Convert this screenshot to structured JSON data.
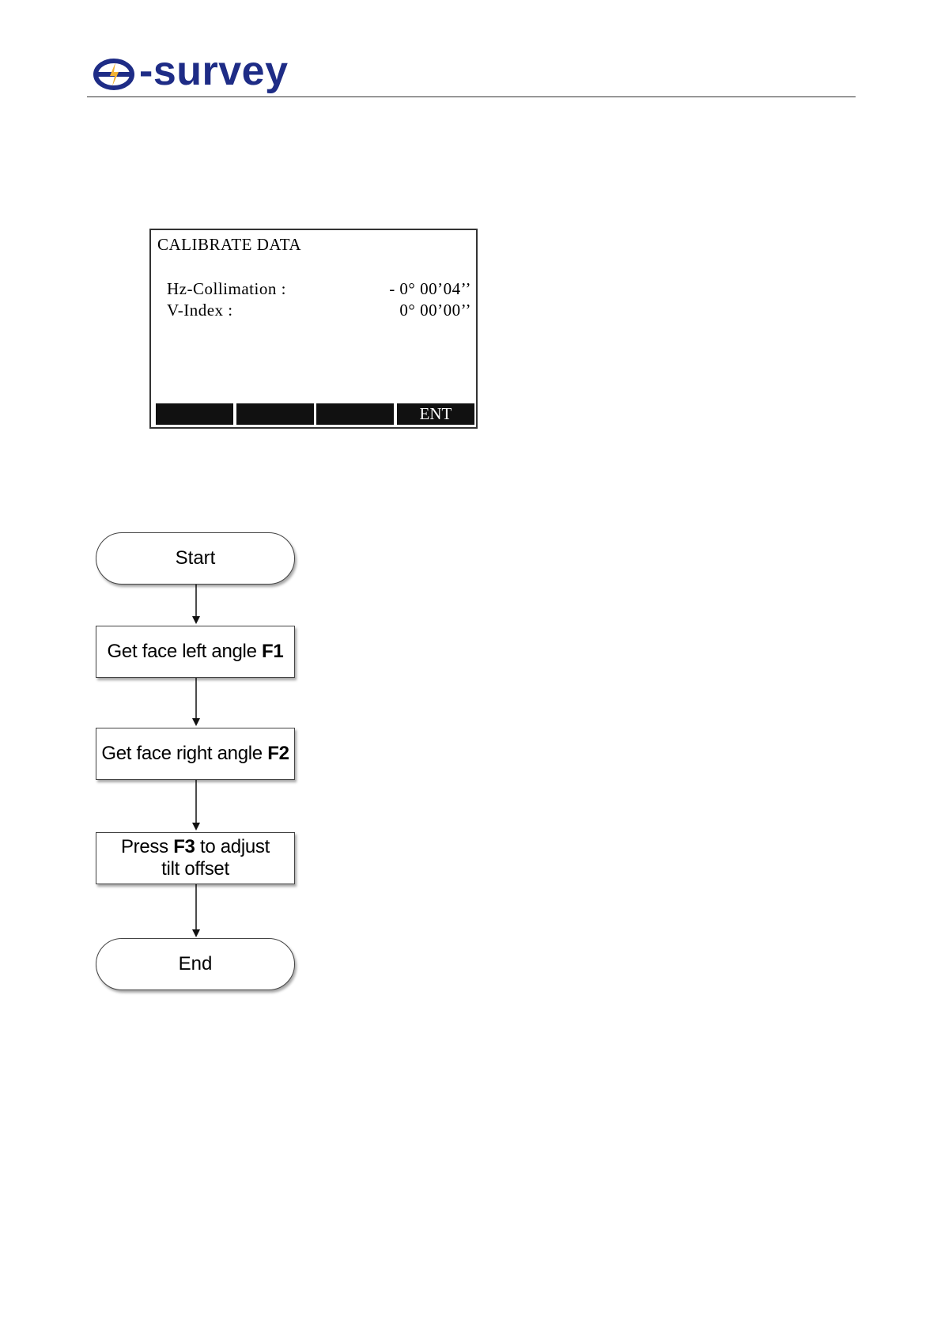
{
  "header": {
    "logo_text": "-survey",
    "logo_color": "#1e2c86"
  },
  "screen": {
    "title": "CALIBRATE DATA",
    "rows": [
      {
        "label": "Hz-Collimation :",
        "value": "- 0° 00’04’’"
      },
      {
        "label": "V-Index :",
        "value": "0° 00’00’’"
      }
    ],
    "softkeys": [
      "",
      "",
      "",
      "ENT"
    ]
  },
  "flowchart": {
    "start": "Start",
    "step1": {
      "text": "Get face left angle ",
      "key": "F1"
    },
    "step2": {
      "text": "Get face right angle ",
      "key": "F2"
    },
    "step3": {
      "pre": "Press ",
      "key": "F3",
      "post": " to adjust",
      "line2": "tilt offset"
    },
    "end": "End"
  }
}
